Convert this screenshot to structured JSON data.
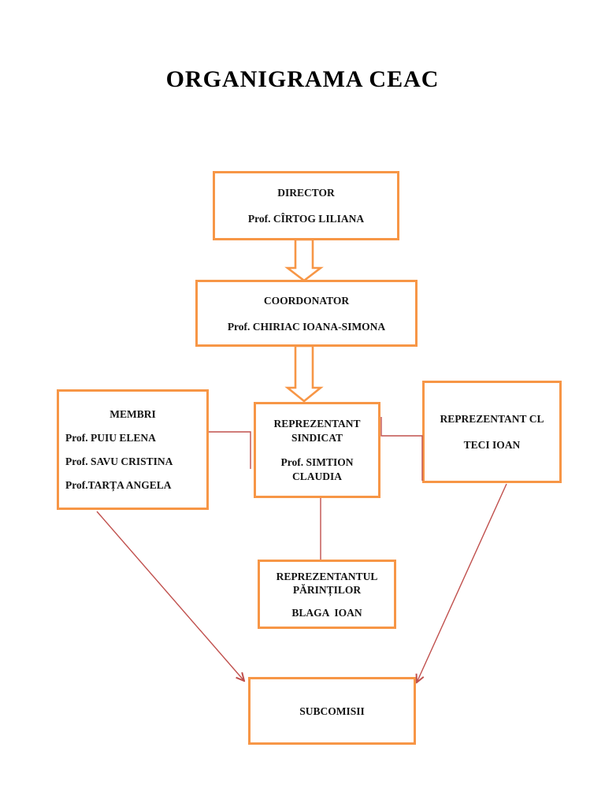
{
  "page": {
    "title": "ORGANIGRAMA CEAC"
  },
  "colors": {
    "box_border": "#F79646",
    "connector": "#C0504D",
    "text": "#141414"
  },
  "nodes": {
    "director": {
      "role": "DIRECTOR",
      "name": "Prof. CÎRTOG LILIANA"
    },
    "coordonator": {
      "role": "COORDONATOR",
      "name": "Prof. CHIRIAC IOANA-SIMONA"
    },
    "membri": {
      "role": "MEMBRI",
      "members": [
        "Prof. PUIU ELENA",
        "Prof. SAVU CRISTINA",
        "Prof.TARȚA ANGELA"
      ]
    },
    "sindicat": {
      "role": "REPREZENTANT SINDICAT",
      "name": "Prof. SIMTION CLAUDIA"
    },
    "consiliu_local": {
      "role": "REPREZENTANT CL",
      "name": "TECI IOAN"
    },
    "parinti": {
      "role": "REPREZENTANTUL PĂRINȚILOR",
      "name": "BLAGA  IOAN"
    },
    "subcomisii": {
      "role": "SUBCOMISII"
    }
  }
}
